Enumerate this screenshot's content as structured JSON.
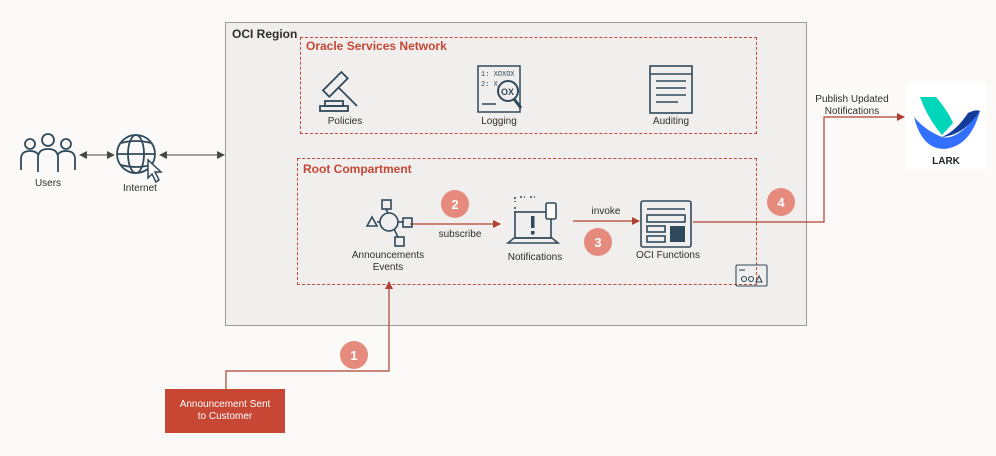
{
  "region": {
    "title": "OCI Region"
  },
  "oracle_services_network": {
    "title": "Oracle Services Network",
    "services": {
      "policies": "Policies",
      "logging": "Logging",
      "auditing": "Auditing",
      "logging_icon_text": [
        "1: XOXOX",
        "2: X",
        "OX"
      ]
    }
  },
  "root_compartment": {
    "title": "Root Compartment",
    "announcements_events": [
      "Announcements",
      "Events"
    ],
    "notifications": "Notifications",
    "oci_functions": "OCI Functions"
  },
  "actors": {
    "users": "Users",
    "internet": "Internet"
  },
  "flow": {
    "subscribe": "subscribe",
    "invoke": "invoke",
    "publish": [
      "Publish Updated",
      "Notifications"
    ],
    "announcement_sent": [
      "Announcement Sent",
      "to Customer"
    ],
    "steps": [
      "1",
      "2",
      "3",
      "4"
    ]
  },
  "destination": {
    "name": "LARK"
  },
  "colors": {
    "accent_red": "#c74634",
    "step_circle": "#e58a7c",
    "icon_stroke": "#2f4a5c",
    "arrow_gray": "#4a4845",
    "region_fill": "#f1efed",
    "lark_blue": "#3370ff",
    "lark_teal": "#00d6b9"
  }
}
